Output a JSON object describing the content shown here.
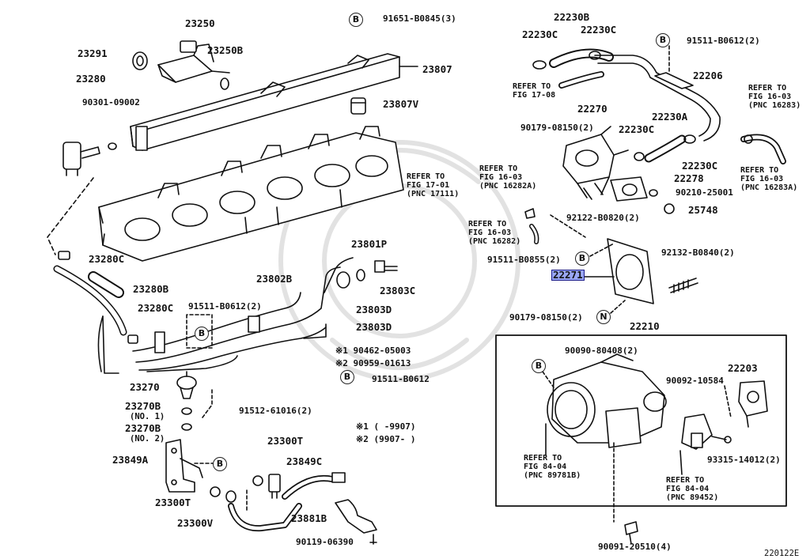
{
  "diagram_code": "220122E",
  "callout_badges": {
    "b": "B",
    "n": "N"
  },
  "labels": {
    "p23250": "23250",
    "p23291": "23291",
    "p23250b": "23250B",
    "p23280": "23280",
    "p90301_09002": "90301-09002",
    "p91651_b0845": "91651-B0845(3)",
    "p23807": "23807",
    "p23807v": "23807V",
    "ref_17_01": "REFER TO\nFIG 17-01\n(PNC 17111)",
    "p23280c_a": "23280C",
    "p23280b": "23280B",
    "p23280c_b": "23280C",
    "p91511_b0612_2_left": "91511-B0612(2)",
    "p23802b": "23802B",
    "p23801p": "23801P",
    "p23803c": "23803C",
    "p23803d_a": "23803D",
    "p23803d_b": "23803D",
    "note1_part": "※1 90462-05003",
    "note2_part": "※2 90959-01613",
    "p91511_b0612": "91511-B0612",
    "p23270": "23270",
    "p23270b_1": "23270B",
    "no1": "(NO. 1)",
    "p23270b_2": "23270B",
    "no2": "(NO. 2)",
    "p91512_61016": "91512-61016(2)",
    "note1_range": "※1 (      -9907)",
    "note2_range": "※2 (9907-      )",
    "p23849a": "23849A",
    "p23300t_a": "23300T",
    "p23849c": "23849C",
    "p23300t_b": "23300T",
    "p23300v": "23300V",
    "p23881b": "23881B",
    "p90119_06390": "90119-06390",
    "p22230b": "22230B",
    "p22230c_a": "22230C",
    "p22230c_b": "22230C",
    "p91511_b0612_2_right": "91511-B0612(2)",
    "p22206": "22206",
    "ref_16_03_16283": "REFER TO\nFIG 16-03\n(PNC 16283)",
    "ref_17_08": "REFER TO\nFIG 17-08",
    "p22270": "22270",
    "p90179_08150_a": "90179-08150(2)",
    "p22230c_c": "22230C",
    "p22230a": "22230A",
    "p22230c_d": "22230C",
    "ref_16_03_16282a": "REFER TO\nFIG 16-03\n(PNC 16282A)",
    "p22278": "22278",
    "p90210_25001": "90210-25001",
    "p25748": "25748",
    "ref_16_03_16283a": "REFER TO\nFIG 16-03\n(PNC 16283A)",
    "p92122_b0820": "92122-B0820(2)",
    "ref_16_03_16282": "REFER TO\nFIG 16-03\n(PNC 16282)",
    "p91511_b0855": "91511-B0855(2)",
    "p22271": "22271",
    "p92132_b0840": "92132-B0840(2)",
    "p90179_08150_b": "90179-08150(2)",
    "p22210": "22210",
    "p90090_80408": "90090-80408(2)",
    "p90092_10584": "90092-10584",
    "p22203": "22203",
    "ref_84_04_89781b": "REFER TO\nFIG 84-04\n(PNC 89781B)",
    "ref_84_04_89452": "REFER TO\nFIG 84-04\n(PNC 89452)",
    "p93315_14012": "93315-14012(2)",
    "p90091_20510": "90091-20510(4)"
  }
}
